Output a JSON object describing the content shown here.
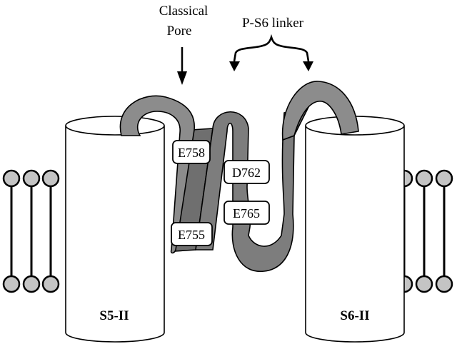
{
  "annotations": {
    "classical_pore_line1": "Classical",
    "classical_pore_line2": "Pore",
    "linker": "P-S6 linker"
  },
  "segments": {
    "left": "S5-II",
    "right": "S6-II"
  },
  "residues": {
    "r1": "E758",
    "r2": "D762",
    "r3": "E765",
    "r4": "E755"
  },
  "colors": {
    "ribbon_front": "#8c8c8c",
    "ribbon_back": "#6f6f6f",
    "lipid_head": "#c4c4c4",
    "cylinder_fill": "#ffffff",
    "outline": "#000000"
  }
}
